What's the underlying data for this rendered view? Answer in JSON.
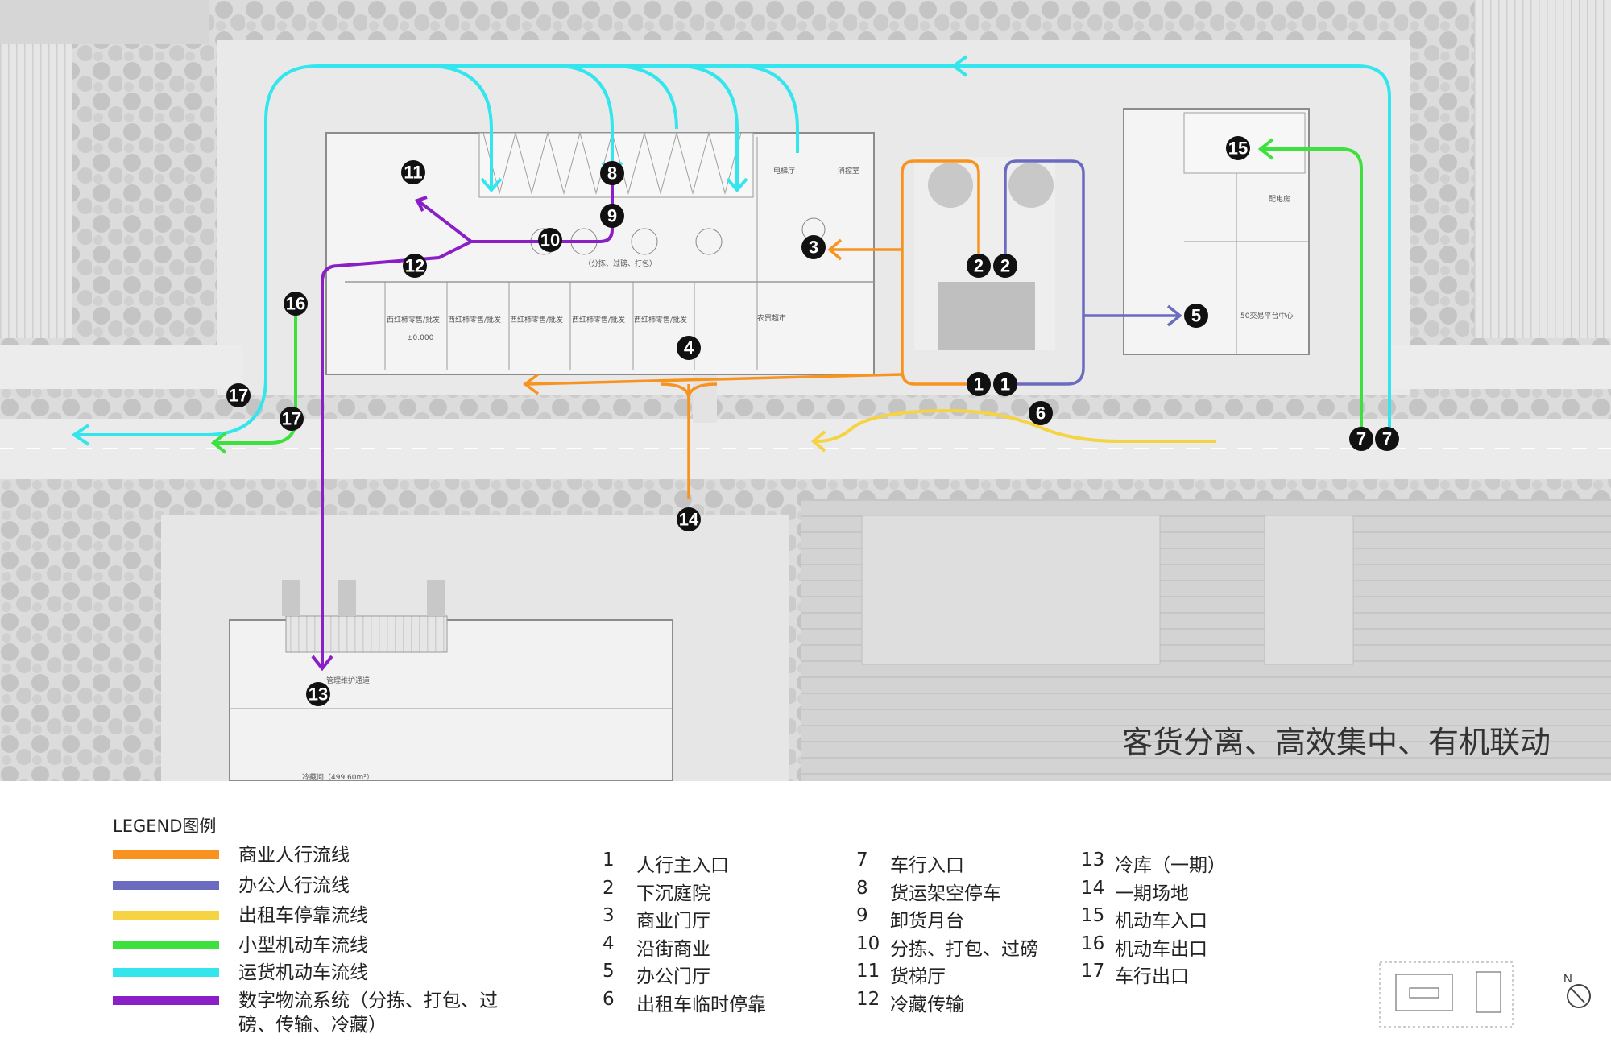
{
  "slogan": "客货分离、高效集中、有机联动",
  "legend": {
    "title": "LEGEND图例",
    "items": [
      {
        "label": "商业人行流线",
        "color": "#f7931e"
      },
      {
        "label": "办公人行流线",
        "color": "#6b6bbf"
      },
      {
        "label": "出租车停靠流线",
        "color": "#f5d342"
      },
      {
        "label": "小型机动车流线",
        "color": "#3de03d"
      },
      {
        "label": "运货机动车流线",
        "color": "#33e6ee"
      },
      {
        "label": "数字物流系统（分拣、打包、过磅、传输、冷藏）",
        "color": "#8a1fc7"
      }
    ]
  },
  "key": [
    {
      "num": "1",
      "text": "人行主入口"
    },
    {
      "num": "2",
      "text": "下沉庭院"
    },
    {
      "num": "3",
      "text": "商业门厅"
    },
    {
      "num": "4",
      "text": "沿街商业"
    },
    {
      "num": "5",
      "text": "办公门厅"
    },
    {
      "num": "6",
      "text": "出租车临时停靠"
    },
    {
      "num": "7",
      "text": "车行入口"
    },
    {
      "num": "8",
      "text": "货运架空停车"
    },
    {
      "num": "9",
      "text": "卸货月台"
    },
    {
      "num": "10",
      "text": "分拣、打包、过磅"
    },
    {
      "num": "11",
      "text": "货梯厅"
    },
    {
      "num": "12",
      "text": "冷藏传输"
    },
    {
      "num": "13",
      "text": "冷库（一期）"
    },
    {
      "num": "14",
      "text": "一期场地"
    },
    {
      "num": "15",
      "text": "机动车入口"
    },
    {
      "num": "16",
      "text": "机动车出口"
    },
    {
      "num": "17",
      "text": "车行出口"
    }
  ],
  "markers": [
    "1",
    "1",
    "2",
    "2",
    "3",
    "4",
    "5",
    "6",
    "7",
    "7",
    "8",
    "9",
    "10",
    "11",
    "12",
    "13",
    "14",
    "15",
    "16",
    "17",
    "17"
  ],
  "plan_labels": {
    "cold_storage_area": "冷藏间（499.60m²）",
    "maintenance_passage": "管理维护通道",
    "sorting_label": "（分拣、过磅、打包）",
    "agri_market": "农贸超市",
    "retail": "西红柿零售/批发",
    "office_platform": "50交易平台中心",
    "elevator_hall": "电梯厅",
    "control_room": "消控室",
    "power_room": "配电房",
    "elevation": "±0.000"
  },
  "compass": "N"
}
